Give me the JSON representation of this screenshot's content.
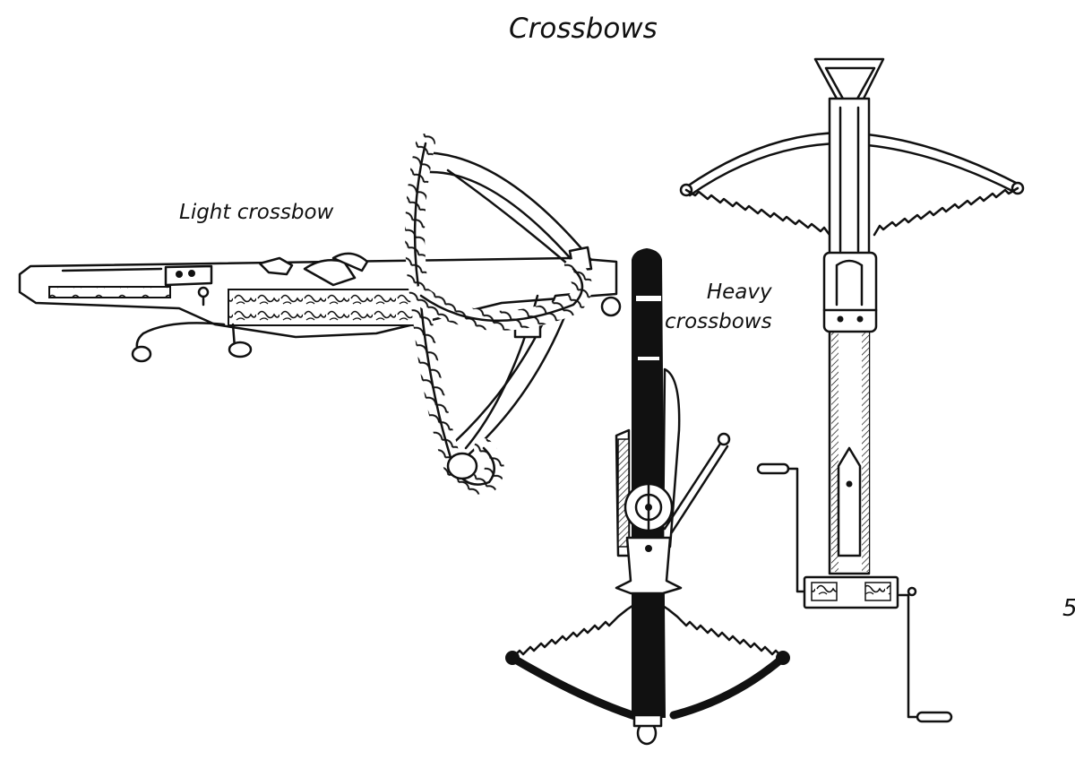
{
  "figure": {
    "title": "Crossbows",
    "labels": {
      "light_crossbow": "Light crossbow",
      "heavy_line1": "Heavy",
      "heavy_line2": "crossbows",
      "edge_mark": "5"
    }
  }
}
